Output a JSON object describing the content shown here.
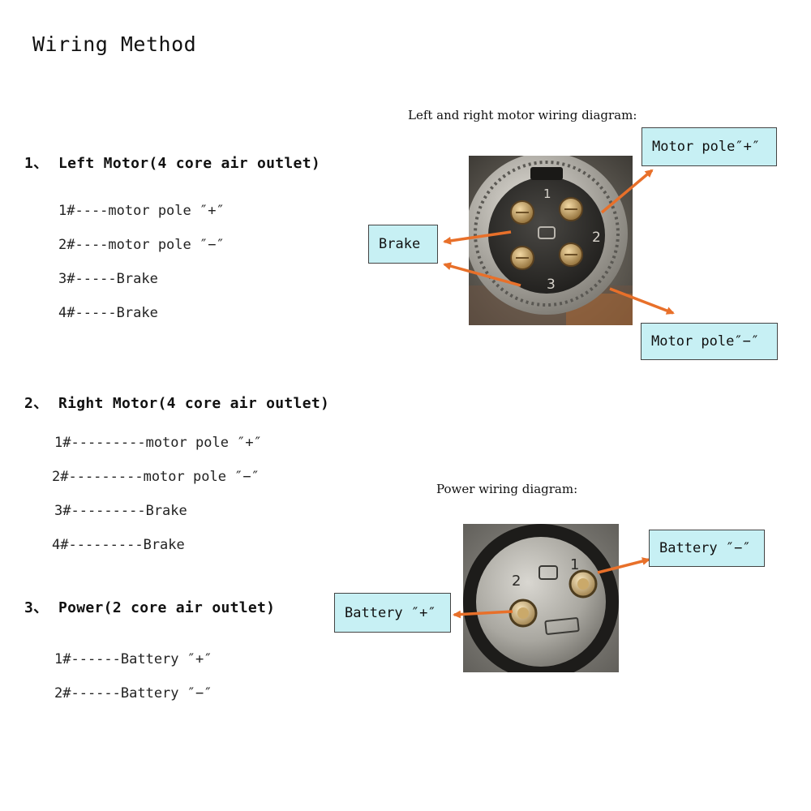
{
  "title": "Wiring Method",
  "sections": [
    {
      "number": "1、",
      "heading": "Left Motor(4 core air outlet)",
      "items": [
        "1#----motor pole ″+″",
        "2#----motor pole ″−″",
        "3#-----Brake",
        "4#-----Brake"
      ]
    },
    {
      "number": "2、",
      "heading": "Right Motor(4 core air outlet)",
      "items": [
        "1#---------motor pole ″+″",
        "2#---------motor pole ″−″",
        "3#---------Brake",
        "4#---------Brake"
      ]
    },
    {
      "number": "3、",
      "heading": "Power(2 core air outlet)",
      "items": [
        "1#------Battery ″+″",
        "2#------Battery ″−″"
      ]
    }
  ],
  "motor_diagram": {
    "caption": "Left and right motor wiring diagram:",
    "callouts": {
      "motor_pos": "Motor pole″+″",
      "brake": "Brake",
      "motor_neg": "Motor pole″−″"
    },
    "pin_labels": [
      "1",
      "2",
      "3"
    ]
  },
  "power_diagram": {
    "caption": "Power wiring diagram:",
    "callouts": {
      "battery_neg": "Battery ″−″",
      "battery_pos": "Battery ″+″"
    },
    "pin_labels": [
      "1",
      "2"
    ]
  },
  "colors": {
    "callout_fill": "#c7f0f4",
    "arrow": "#e8702a"
  }
}
